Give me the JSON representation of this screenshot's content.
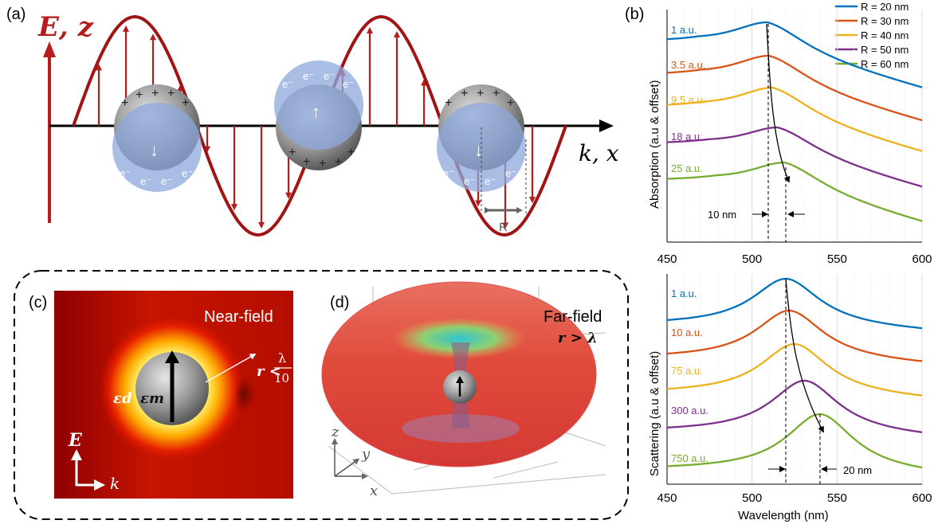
{
  "panel_a": {
    "label": "(a)",
    "ez_label": "E, z",
    "kx_label": "k, x",
    "r_label": "R",
    "plus": "+",
    "electron": "e⁻",
    "arrow_up": "↑",
    "arrow_down": "↓"
  },
  "panel_b": {
    "label": "(b)",
    "legend": [
      "R = 20 nm",
      "R = 30 nm",
      "R = 40 nm",
      "R = 50 nm",
      "R = 60 nm"
    ],
    "colors": [
      "#0072BD",
      "#D95319",
      "#EDB120",
      "#7E2F8E",
      "#77AC30"
    ],
    "top_ylabel": "Absorption (a.u & offset)",
    "bottom_ylabel": "Scattering (a.u & offset)",
    "xlabel": "Wavelength (nm)",
    "xticks": [
      "450",
      "500",
      "550",
      "600"
    ],
    "top_scales": [
      "1 a.u.",
      "3.5 a.u.",
      "9.5 a.u.",
      "18 a.u.",
      "25 a.u."
    ],
    "bottom_scales": [
      "1 a.u.",
      "10 a.u.",
      "75 a.u.",
      "300 a.u.",
      "750 a.u."
    ],
    "top_shift": "10 nm",
    "bottom_shift": "20 nm"
  },
  "panel_c": {
    "label": "(c)",
    "title": "Near-field",
    "eps_d": "εd",
    "eps_m": "εm",
    "r_condition": "r <",
    "lambda": "λ",
    "ten": "10",
    "e_label": "E",
    "k_label": "k"
  },
  "panel_d": {
    "label": "(d)",
    "title": "Far-field",
    "r_condition": "r > λ",
    "axes": [
      "z",
      "y",
      "x"
    ]
  },
  "chart_data": [
    {
      "type": "line",
      "title": "",
      "xlabel": "",
      "ylabel": "Absorption (a.u & offset)",
      "xlim": [
        450,
        600
      ],
      "peak_shift_nm": 10,
      "series": [
        {
          "name": "R = 20 nm",
          "scale": "1 a.u.",
          "peak_nm": 509
        },
        {
          "name": "R = 30 nm",
          "scale": "3.5 a.u.",
          "peak_nm": 510
        },
        {
          "name": "R = 40 nm",
          "scale": "9.5 a.u.",
          "peak_nm": 512
        },
        {
          "name": "R = 50 nm",
          "scale": "18 a.u.",
          "peak_nm": 515
        },
        {
          "name": "R = 60 nm",
          "scale": "25 a.u.",
          "peak_nm": 519
        }
      ]
    },
    {
      "type": "line",
      "title": "",
      "xlabel": "Wavelength (nm)",
      "ylabel": "Scattering (a.u & offset)",
      "xlim": [
        450,
        600
      ],
      "peak_shift_nm": 20,
      "series": [
        {
          "name": "R = 20 nm",
          "scale": "1 a.u.",
          "peak_nm": 520
        },
        {
          "name": "R = 30 nm",
          "scale": "10 a.u.",
          "peak_nm": 522
        },
        {
          "name": "R = 40 nm",
          "scale": "75 a.u.",
          "peak_nm": 525
        },
        {
          "name": "R = 50 nm",
          "scale": "300 a.u.",
          "peak_nm": 531
        },
        {
          "name": "R = 60 nm",
          "scale": "750 a.u.",
          "peak_nm": 540
        }
      ]
    }
  ]
}
